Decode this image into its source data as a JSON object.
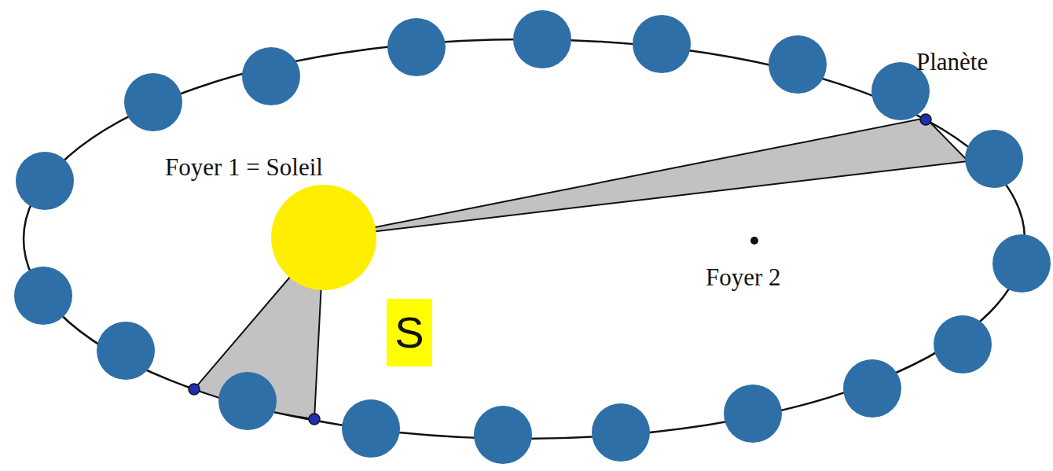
{
  "diagram": {
    "nodes": [
      {
        "text": [
          "S"
        ]
      }
    ],
    "labels": [
      "Planète",
      "Foyer 1 = Soleil",
      "Foyer 2"
    ]
  }
}
